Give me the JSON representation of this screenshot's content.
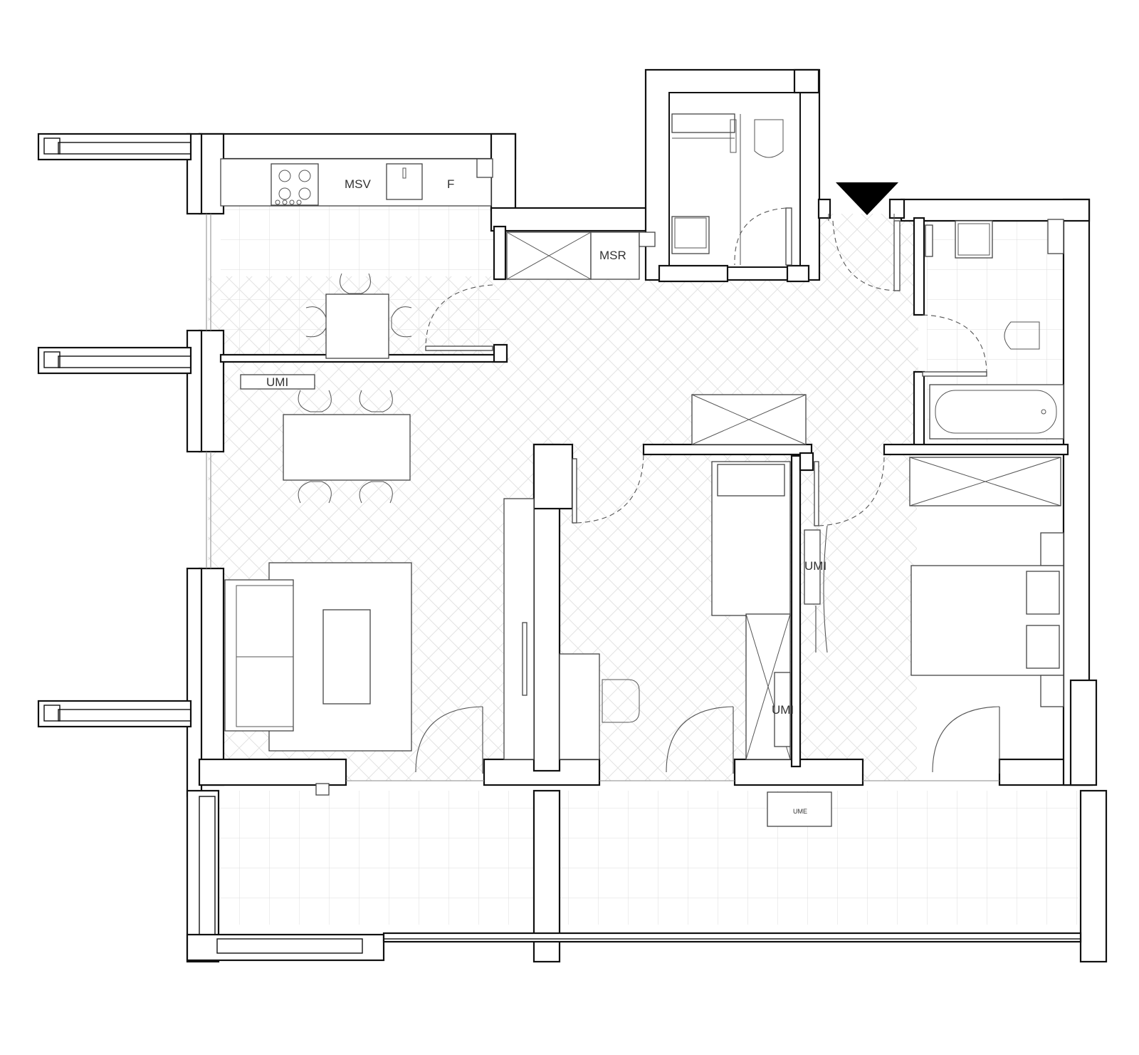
{
  "plan": {
    "labels": {
      "dishwasher": "MSV",
      "fridge": "F",
      "washing_machine": "MSR",
      "umi_dining": "UMI",
      "umi_bedroom": "UMI",
      "umi_corridor": "UMI",
      "ume_balcony": "UME"
    }
  },
  "colors": {
    "wall_stroke": "#111111",
    "furniture_stroke": "#444444",
    "floor_pattern": "#dddddd",
    "entrance_marker": "#000000"
  },
  "icons": {
    "entrance": "entrance-triangle-icon"
  }
}
